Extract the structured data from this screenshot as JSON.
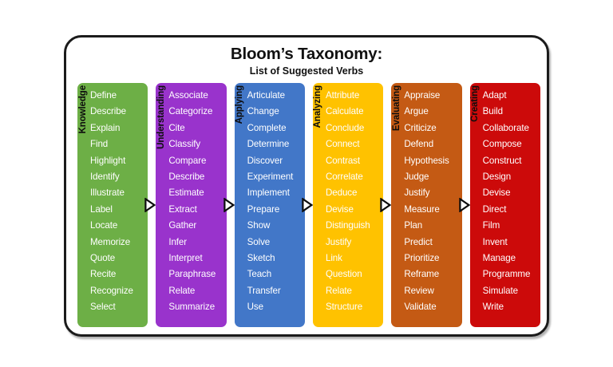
{
  "header": {
    "title": "Bloom’s Taxonomy:",
    "subtitle": "List of Suggested Verbs"
  },
  "arrow_icon": "triangle-right-icon",
  "columns": [
    {
      "label": "Knowledge",
      "color": "#6DAF46",
      "verbs": [
        "Define",
        "Describe",
        "Explain",
        "Find",
        "Highlight",
        "Identify",
        "Illustrate",
        "Label",
        "Locate",
        "Memorize",
        "Quote",
        "Recite",
        "Recognize",
        "Select"
      ]
    },
    {
      "label": "Understanding",
      "color": "#9933CC",
      "verbs": [
        "Associate",
        "Categorize",
        "Cite",
        "Classify",
        "Compare",
        "Describe",
        "Estimate",
        "Extract",
        "Gather",
        "Infer",
        "Interpret",
        "Paraphrase",
        "Relate",
        "Summarize"
      ]
    },
    {
      "label": "Applying",
      "color": "#4277C8",
      "verbs": [
        "Articulate",
        "Change",
        "Complete",
        "Determine",
        "Discover",
        "Experiment",
        "Implement",
        "Prepare",
        "Show",
        "Solve",
        "Sketch",
        "Teach",
        "Transfer",
        "Use"
      ]
    },
    {
      "label": "Analyzing",
      "color": "#FFC200",
      "verbs": [
        "Attribute",
        "Calculate",
        "Conclude",
        "Connect",
        "Contrast",
        "Correlate",
        "Deduce",
        "Devise",
        "Distinguish",
        "Justify",
        "Link",
        "Question",
        "Relate",
        "Structure"
      ]
    },
    {
      "label": "Evaluating",
      "color": "#C45A14",
      "verbs": [
        "Appraise",
        "Argue",
        "Criticize",
        "Defend",
        "Hypothesis",
        "Judge",
        "Justify",
        "Measure",
        "Plan",
        "Predict",
        "Prioritize",
        "Reframe",
        "Review",
        "Validate"
      ]
    },
    {
      "label": "Creating",
      "color": "#CC0A0A",
      "verbs": [
        "Adapt",
        "Build",
        "Collaborate",
        "Compose",
        "Construct",
        "Design",
        "Devise",
        "Direct",
        "Film",
        "Invent",
        "Manage",
        "Programme",
        "Simulate",
        "Write"
      ]
    }
  ]
}
